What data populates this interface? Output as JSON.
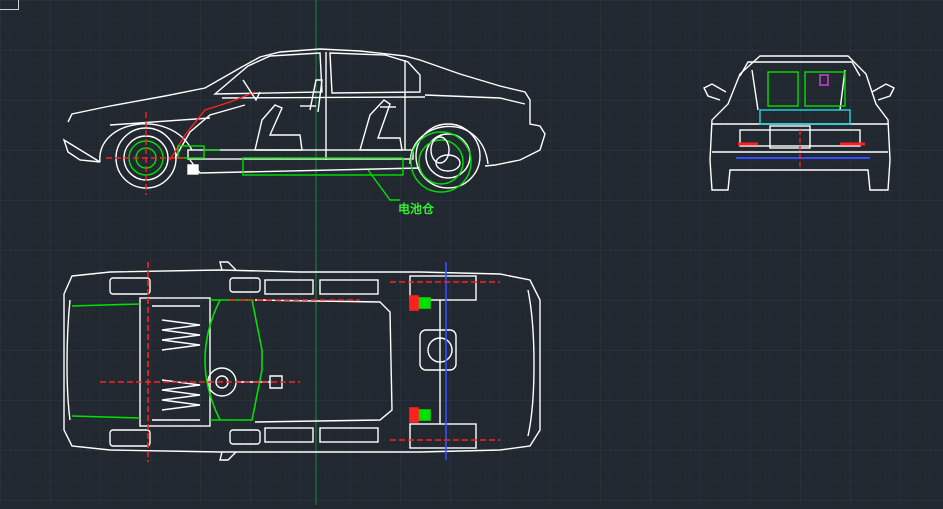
{
  "drawing": {
    "background_color": "#212830",
    "grid_color": "#2b333c",
    "line_color": "#ffffff",
    "accent_colors": {
      "green": "#00e000",
      "red": "#ff2020",
      "cyan": "#22d8e0",
      "blue": "#3050ff",
      "magenta": "#e040e0",
      "axis_green": "#1a8a3a"
    },
    "annotation": "电池仓",
    "views": [
      "side-elevation",
      "front-elevation",
      "plan-view"
    ]
  }
}
